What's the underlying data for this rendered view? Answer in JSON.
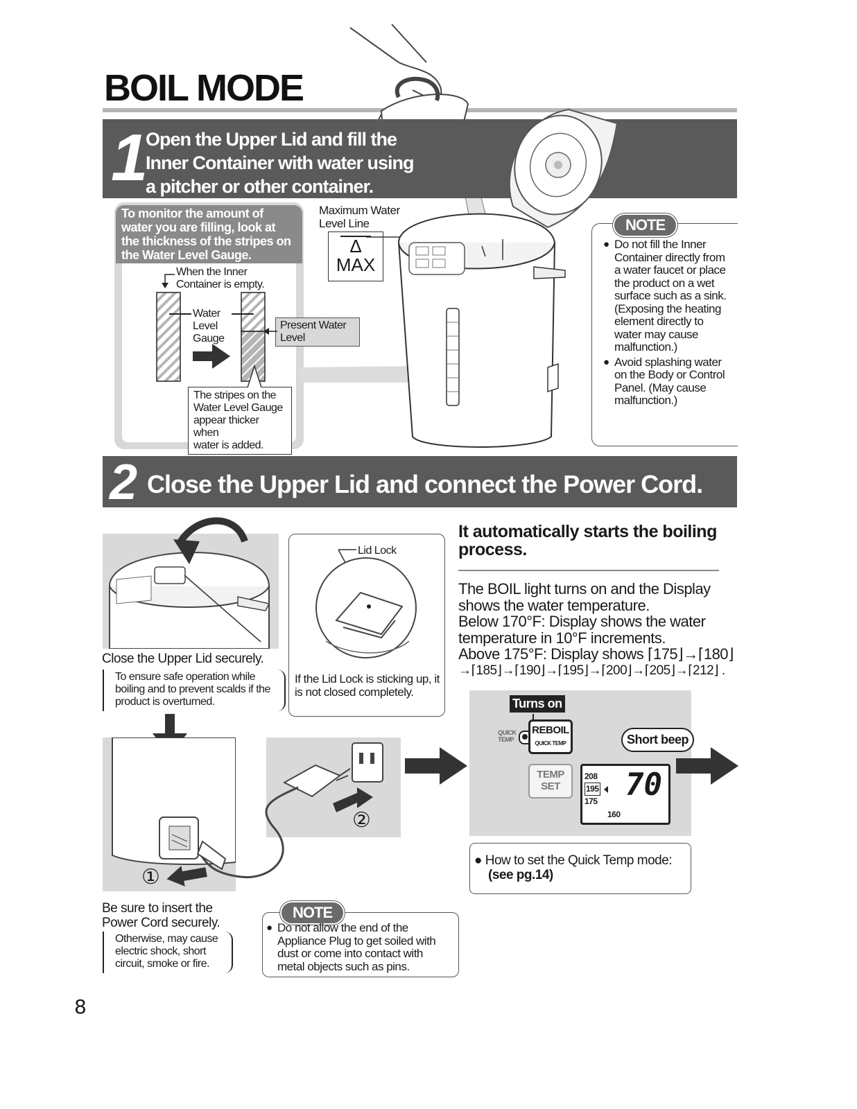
{
  "page": {
    "title": "BOIL MODE",
    "page_number": "8"
  },
  "step1": {
    "number": "1",
    "heading_line1": "Open the Upper Lid and fill the",
    "heading_line2": "Inner Container with water using",
    "heading_line3": "a pitcher or other container.",
    "tip_lines": [
      "To monitor the amount of",
      "water you are filling, look at",
      "the thickness of the stripes on",
      "the Water Level Gauge."
    ],
    "empty_label_line1": "When the Inner",
    "empty_label_line2": "Container is empty.",
    "gauge_label_line1": "Water",
    "gauge_label_line2": "Level",
    "gauge_label_line3": "Gauge",
    "present_level_line1": "Present Water",
    "present_level_line2": "Level",
    "stripes_caption_lines": [
      "The stripes on the",
      "Water Level Gauge",
      "appear thicker when",
      "water is added."
    ],
    "max_line_label1": "Maximum Water",
    "max_line_label2": "Level Line",
    "max_symbol": "Δ",
    "max_text": "MAX",
    "note_badge": "NOTE",
    "note_item1": "Do not fill the Inner Container directly from a water faucet or place the product on a wet surface such as a sink. (Exposing the heating element directly to water may cause malfunction.)",
    "note_item2": "Avoid splashing water on the Body or Control Panel. (May cause malfunction.)"
  },
  "step2": {
    "number": "2",
    "heading": "Close the Upper Lid and connect the Power Cord.",
    "close_lid_caption": "Close the Upper Lid securely.",
    "close_lid_reason": "To ensure safe operation while boiling and to prevent scalds if the product is overturned.",
    "lid_lock_label": "Lid Lock",
    "lid_lock_caption": "If the Lid Lock is sticking up, it is not closed completely.",
    "auto_start_line1": "It automatically starts the boiling",
    "auto_start_line2": "process.",
    "boil_desc_lines": [
      "The BOIL light turns on and the Display",
      "shows the water temperature.",
      "Below 170°F: Display shows the water",
      "temperature in 10°F increments.",
      "Above 175°F: Display shows ⌈175⌋→⌈180⌋",
      "→⌈185⌋→⌈190⌋→⌈195⌋→⌈200⌋→⌈205⌋→⌈212⌋ ."
    ],
    "turns_on_label": "Turns on",
    "quick_temp_side_label1": "QUICK",
    "quick_temp_side_label2": "TEMP",
    "reboil_button_line1": "REBOIL",
    "reboil_button_line2": "QUICK TEMP",
    "temp_set_line1": "TEMP",
    "temp_set_line2": "SET",
    "short_beep": "Short beep",
    "lcd_scale": [
      "208",
      "195",
      "175",
      "160"
    ],
    "lcd_value": "70",
    "quick_temp_howto_line1": "How to set the Quick Temp mode:",
    "quick_temp_howto_line2": "(see pg.14)",
    "plug_step1": "①",
    "plug_step2": "②",
    "insert_cord_caption_line1": "Be sure to insert the",
    "insert_cord_caption_line2": "Power Cord securely.",
    "insert_cord_reason": "Otherwise, may cause electric shock, short circuit, smoke or fire.",
    "note_badge": "NOTE",
    "plug_note": "Do not allow the end of the Appliance Plug to get soiled with dust or come into contact with metal objects such as pins."
  },
  "icons": [
    "pitcher-icon",
    "hand-icon",
    "pot-illustration-icon",
    "arrow-right-icon",
    "arrow-down-icon",
    "outlet-icon",
    "plug-icon"
  ],
  "colors": {
    "band": "#5a5a5a",
    "panel": "#d9d9d9",
    "tip": "#8a8a8a"
  }
}
